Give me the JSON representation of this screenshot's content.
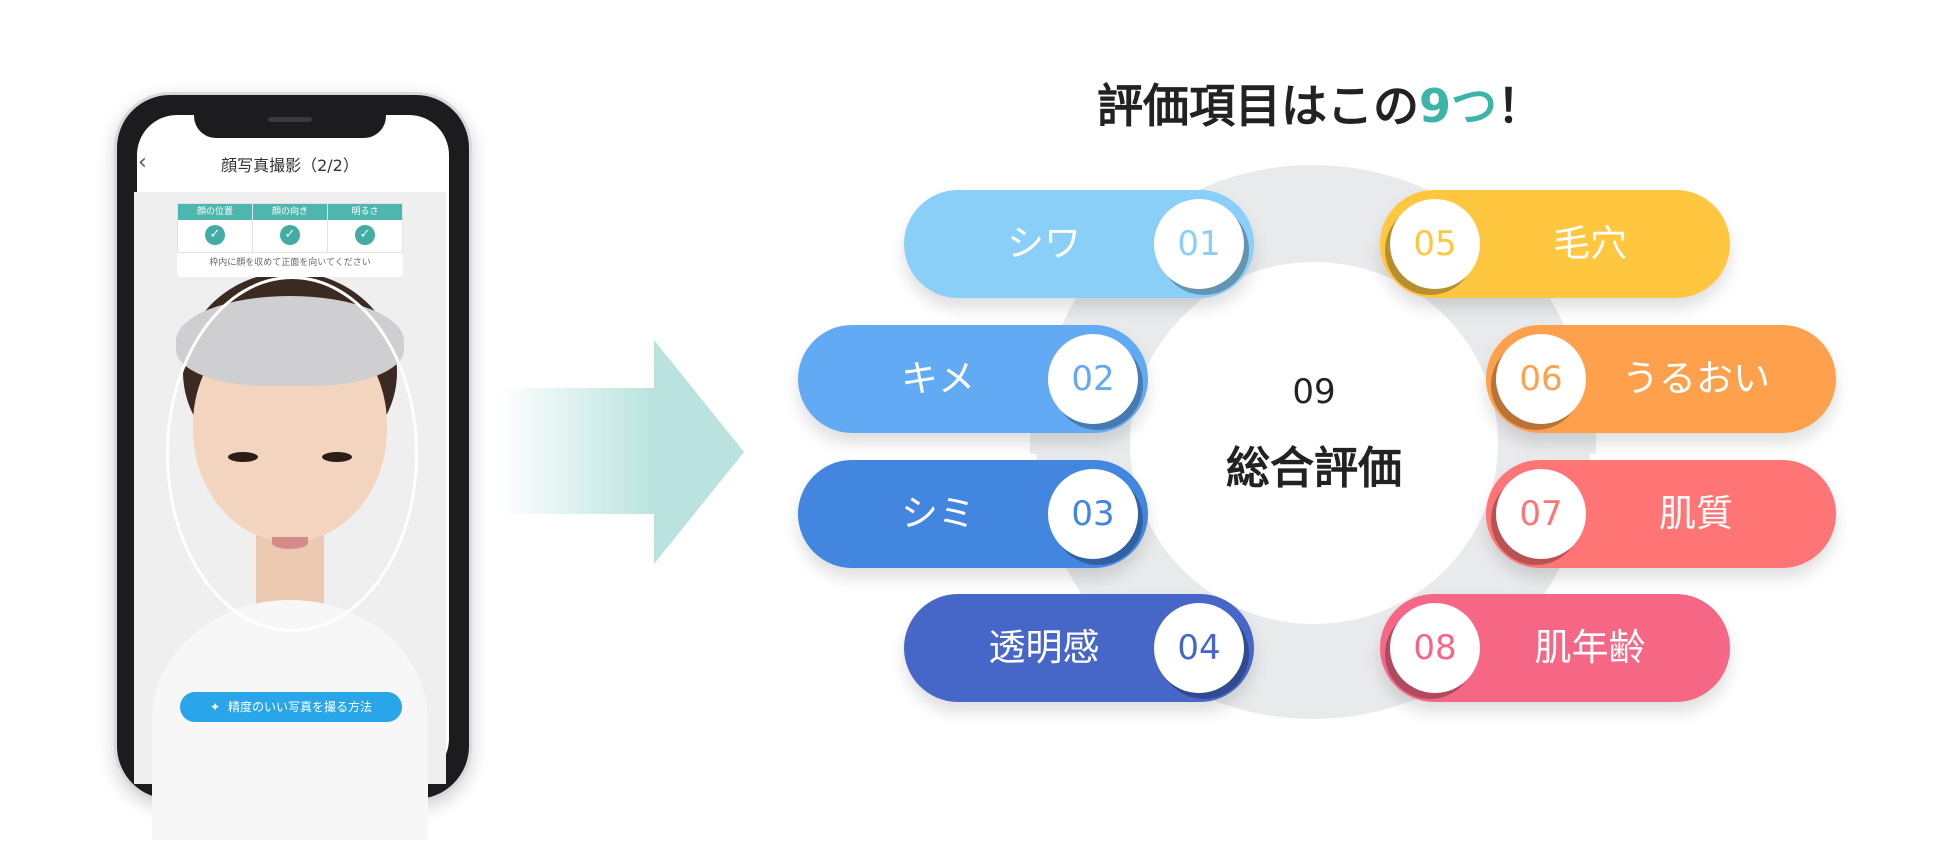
{
  "phone": {
    "back": "‹",
    "title": "顔写真撮影（2/2）",
    "checks": [
      {
        "label": "顔の位置",
        "mark": "✓"
      },
      {
        "label": "顔の向き",
        "mark": "✓"
      },
      {
        "label": "明るさ",
        "mark": "✓"
      }
    ],
    "note": "枠内に顔を収めて正面を向いてください",
    "tips_icon": "✦",
    "tips_button": "精度のいい写真を撮る方法"
  },
  "heading": {
    "before": "評価項目はこの",
    "accent": "9つ",
    "after": "！"
  },
  "center": {
    "num": "09",
    "label": "総合評価"
  },
  "items": [
    {
      "num": "01",
      "label": "シワ",
      "color": "#8acff8"
    },
    {
      "num": "02",
      "label": "キメ",
      "color": "#62abf4"
    },
    {
      "num": "03",
      "label": "シミ",
      "color": "#4386e0"
    },
    {
      "num": "04",
      "label": "透明感",
      "color": "#4667c7"
    },
    {
      "num": "05",
      "label": "毛穴",
      "color": "#ffc740"
    },
    {
      "num": "06",
      "label": "うるおい",
      "color": "#ffa04d"
    },
    {
      "num": "07",
      "label": "肌質",
      "color": "#ff7475"
    },
    {
      "num": "08",
      "label": "肌年齢",
      "color": "#f56785"
    }
  ],
  "colors": {
    "accent": "#3cb4a8",
    "arrow": "#bae3df",
    "ring": "#e9eaec",
    "check": "#41ada4",
    "tips_button": "#29a6ea"
  }
}
